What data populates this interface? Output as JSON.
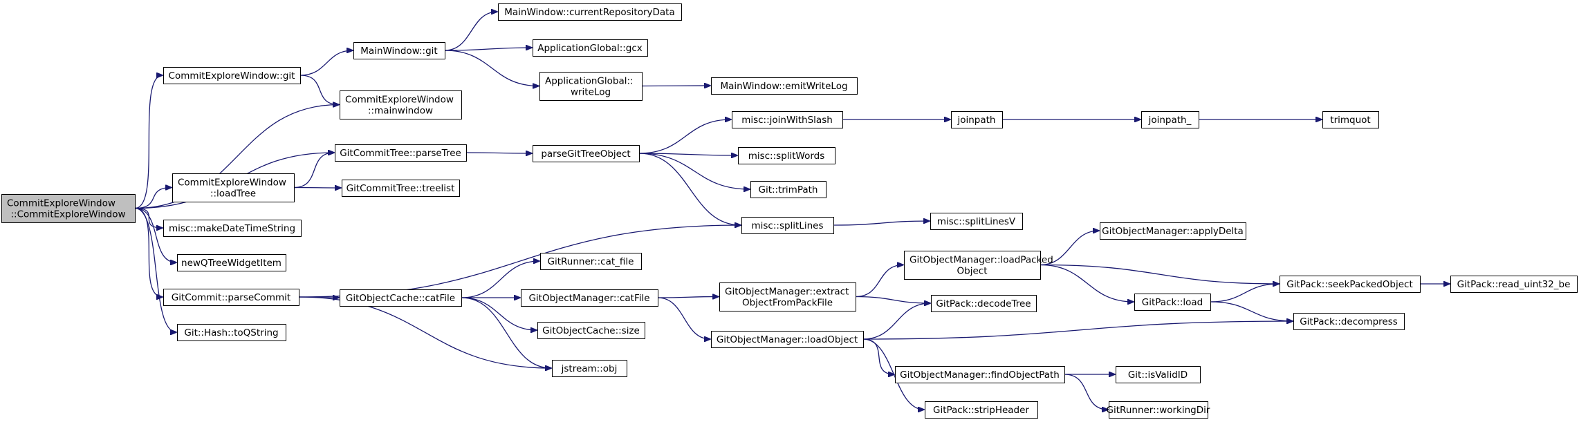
{
  "nodes": {
    "root": [
      "CommitExploreWindow",
      "::CommitExploreWindow"
    ],
    "cew_git": [
      "CommitExploreWindow::git"
    ],
    "mw_git": [
      "MainWindow::git"
    ],
    "mw_crd": [
      "MainWindow::currentRepositoryData"
    ],
    "ag_gcx": [
      "ApplicationGlobal::gcx"
    ],
    "ag_wl": [
      "ApplicationGlobal::",
      "writeLog"
    ],
    "mw_ewl": [
      "MainWindow::emitWriteLog"
    ],
    "cew_mw": [
      "CommitExploreWindow",
      "::mainwindow"
    ],
    "gct_pt": [
      "GitCommitTree::parseTree"
    ],
    "pgto": [
      "parseGitTreeObject"
    ],
    "m_jws": [
      "misc::joinWithSlash"
    ],
    "joinpath": [
      "joinpath"
    ],
    "joinpath_": [
      "joinpath_"
    ],
    "trimquot": [
      "trimquot"
    ],
    "m_sw": [
      "misc::splitWords"
    ],
    "g_tp": [
      "Git::trimPath"
    ],
    "cew_lt": [
      "CommitExploreWindow",
      "::loadTree"
    ],
    "gct_tl": [
      "GitCommitTree::treelist"
    ],
    "m_sl": [
      "misc::splitLines"
    ],
    "m_slv": [
      "misc::splitLinesV"
    ],
    "m_mdts": [
      "misc::makeDateTimeString"
    ],
    "nqtwi": [
      "newQTreeWidgetItem"
    ],
    "gc_pc": [
      "GitCommit::parseCommit"
    ],
    "goc_cf": [
      "GitObjectCache::catFile"
    ],
    "gr_cf": [
      "GitRunner::cat_file"
    ],
    "gom_cf": [
      "GitObjectManager::catFile"
    ],
    "goc_size": [
      "GitObjectCache::size"
    ],
    "js_obj": [
      "jstream::obj"
    ],
    "gom_eopf": [
      "GitObjectManager::extract",
      "ObjectFromPackFile"
    ],
    "gom_lpo": [
      "GitObjectManager::loadPacked",
      "Object"
    ],
    "gom_ad": [
      "GitObjectManager::applyDelta"
    ],
    "gp_spo": [
      "GitPack::seekPackedObject"
    ],
    "gp_ru32": [
      "GitPack::read_uint32_be"
    ],
    "gp_load": [
      "GitPack::load"
    ],
    "gp_dt": [
      "GitPack::decodeTree"
    ],
    "gp_dc": [
      "GitPack::decompress"
    ],
    "gom_lo": [
      "GitObjectManager::loadObject"
    ],
    "gom_fop": [
      "GitObjectManager::findObjectPath"
    ],
    "g_ivid": [
      "Git::isValidID"
    ],
    "gr_wd": [
      "GitRunner::workingDir"
    ],
    "gp_sh": [
      "GitPack::stripHeader"
    ],
    "gh_tqs": [
      "Git::Hash::toQString"
    ]
  },
  "edges": [
    [
      "root",
      "cew_git"
    ],
    [
      "root",
      "cew_mw"
    ],
    [
      "root",
      "gct_pt"
    ],
    [
      "root",
      "cew_lt"
    ],
    [
      "root",
      "m_mdts"
    ],
    [
      "root",
      "nqtwi"
    ],
    [
      "root",
      "gc_pc"
    ],
    [
      "root",
      "gh_tqs"
    ],
    [
      "cew_git",
      "mw_git"
    ],
    [
      "cew_git",
      "cew_mw"
    ],
    [
      "mw_git",
      "mw_crd"
    ],
    [
      "mw_git",
      "ag_gcx"
    ],
    [
      "mw_git",
      "ag_wl"
    ],
    [
      "ag_wl",
      "mw_ewl"
    ],
    [
      "gct_pt",
      "pgto"
    ],
    [
      "pgto",
      "m_jws"
    ],
    [
      "pgto",
      "m_sw"
    ],
    [
      "pgto",
      "g_tp"
    ],
    [
      "pgto",
      "m_sl"
    ],
    [
      "m_jws",
      "joinpath"
    ],
    [
      "joinpath",
      "joinpath_"
    ],
    [
      "joinpath_",
      "trimquot"
    ],
    [
      "cew_lt",
      "gct_pt"
    ],
    [
      "cew_lt",
      "gct_tl"
    ],
    [
      "m_sl",
      "m_slv"
    ],
    [
      "gc_pc",
      "m_sl"
    ],
    [
      "gc_pc",
      "goc_cf"
    ],
    [
      "gc_pc",
      "js_obj"
    ],
    [
      "goc_cf",
      "gr_cf"
    ],
    [
      "goc_cf",
      "gom_cf"
    ],
    [
      "goc_cf",
      "goc_size"
    ],
    [
      "goc_cf",
      "js_obj"
    ],
    [
      "gom_cf",
      "gom_eopf"
    ],
    [
      "gom_cf",
      "gom_lo"
    ],
    [
      "gom_eopf",
      "gom_lpo"
    ],
    [
      "gom_eopf",
      "gp_dt"
    ],
    [
      "gom_lpo",
      "gom_ad"
    ],
    [
      "gom_lpo",
      "gp_spo"
    ],
    [
      "gom_lpo",
      "gp_load"
    ],
    [
      "gp_load",
      "gp_spo"
    ],
    [
      "gp_load",
      "gp_dc"
    ],
    [
      "gp_spo",
      "gp_ru32"
    ],
    [
      "gom_lo",
      "gp_dt"
    ],
    [
      "gom_lo",
      "gp_dc"
    ],
    [
      "gom_lo",
      "gom_fop"
    ],
    [
      "gom_lo",
      "gp_sh"
    ],
    [
      "gom_fop",
      "g_ivid"
    ],
    [
      "gom_fop",
      "gr_wd"
    ]
  ]
}
